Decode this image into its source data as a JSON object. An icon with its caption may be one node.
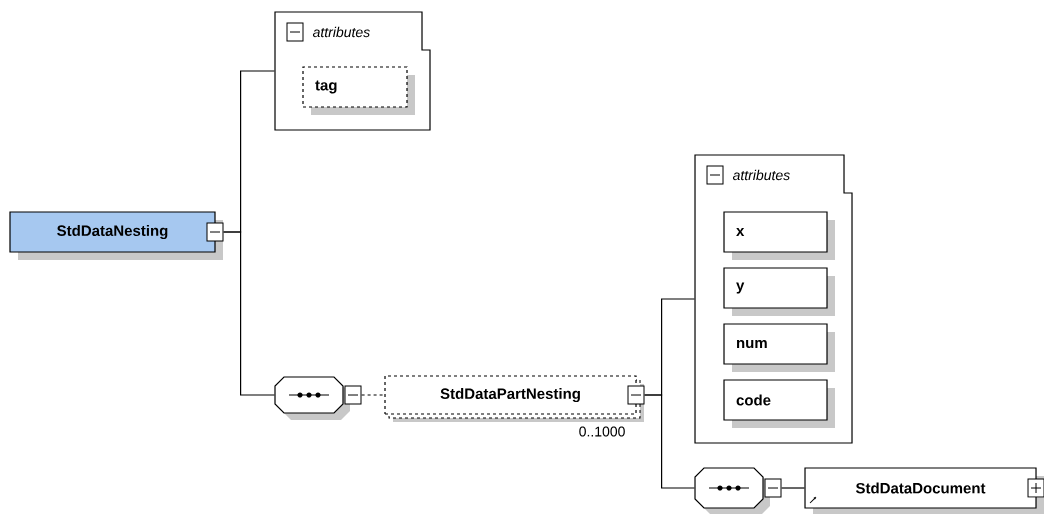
{
  "diagram": {
    "nodes": [
      {
        "text": [
          "StdDataNesting"
        ]
      },
      {
        "text": [
          "attributes"
        ]
      },
      {
        "text": [
          "tag"
        ],
        "in": 1
      },
      {
        "text": [],
        "shape": "octagon"
      },
      {
        "text": [
          "StdDataPartNesting"
        ],
        "beside": [
          "0..1000"
        ]
      },
      {
        "text": [
          "attributes"
        ]
      },
      {
        "text": [
          "x"
        ],
        "in": 5
      },
      {
        "text": [
          "y"
        ],
        "in": 5
      },
      {
        "text": [
          "num"
        ],
        "in": 5
      },
      {
        "text": [
          "code"
        ],
        "in": 5
      },
      {
        "text": [],
        "shape": "octagon"
      },
      {
        "text": [
          "StdDataDocument"
        ]
      }
    ],
    "edges": [
      {
        "from": 0,
        "to": 1,
        "arrow": "none"
      },
      {
        "from": 0,
        "to": 3,
        "arrow": "none"
      },
      {
        "from": 3,
        "to": 4,
        "arrow": "none",
        "style": "dashed"
      },
      {
        "from": 4,
        "to": 5,
        "arrow": "none"
      },
      {
        "from": 4,
        "to": 10,
        "arrow": "none"
      },
      {
        "from": 10,
        "to": 11,
        "arrow": "none"
      }
    ]
  }
}
